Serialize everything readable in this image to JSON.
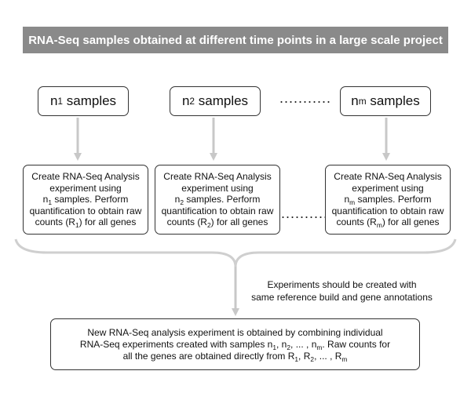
{
  "title": "RNA-Seq samples obtained at different time points in a large scale project",
  "sample_boxes": [
    {
      "prefix": "n",
      "sub": "1",
      "suffix": " samples"
    },
    {
      "prefix": "n",
      "sub": "2",
      "suffix": " samples"
    },
    {
      "prefix": "n",
      "sub": "m",
      "suffix": " samples"
    }
  ],
  "ellipsis": "...........",
  "step_boxes": [
    {
      "line1": "Create RNA-Seq Analysis",
      "line2": "experiment using",
      "n_sub": "1",
      "line3_rest": " samples. Perform",
      "line4": "quantification to obtain raw",
      "line5_pre": "counts (R",
      "r_sub": "1",
      "line5_post": ") for all genes"
    },
    {
      "line1": "Create RNA-Seq Analysis",
      "line2": "experiment using",
      "n_sub": "2",
      "line3_rest": " samples. Perform",
      "line4": "quantification to obtain raw",
      "line5_pre": "counts (R",
      "r_sub": "2",
      "line5_post": ") for all genes"
    },
    {
      "line1": "Create RNA-Seq Analysis",
      "line2": "experiment using",
      "n_sub": "m",
      "line3_rest": " samples. Perform",
      "line4": "quantification to obtain raw",
      "line5_pre": "counts (R",
      "r_sub": "m",
      "line5_post": ") for all genes"
    }
  ],
  "note": {
    "line1": "Experiments should be created with",
    "line2": "same reference build and gene annotations"
  },
  "final": {
    "line1": "New RNA-Seq analysis experiment is obtained by combining individual",
    "line2_pre": "RNA-Seq experiments created with samples n",
    "n1": "1",
    "sep1": ", n",
    "n2": "2",
    "sep2": ", ... , n",
    "nm": "m",
    "line2_post": ". Raw counts for",
    "line3_pre": "all the genes are obtained directly from R",
    "r1": "1",
    "rsep1": ", R",
    "r2": "2",
    "rsep2": ", ... , R",
    "rm": "m"
  },
  "colors": {
    "title_bg": "#8a8a8a",
    "arrow": "#c8c8c8",
    "box_border": "#333333"
  }
}
